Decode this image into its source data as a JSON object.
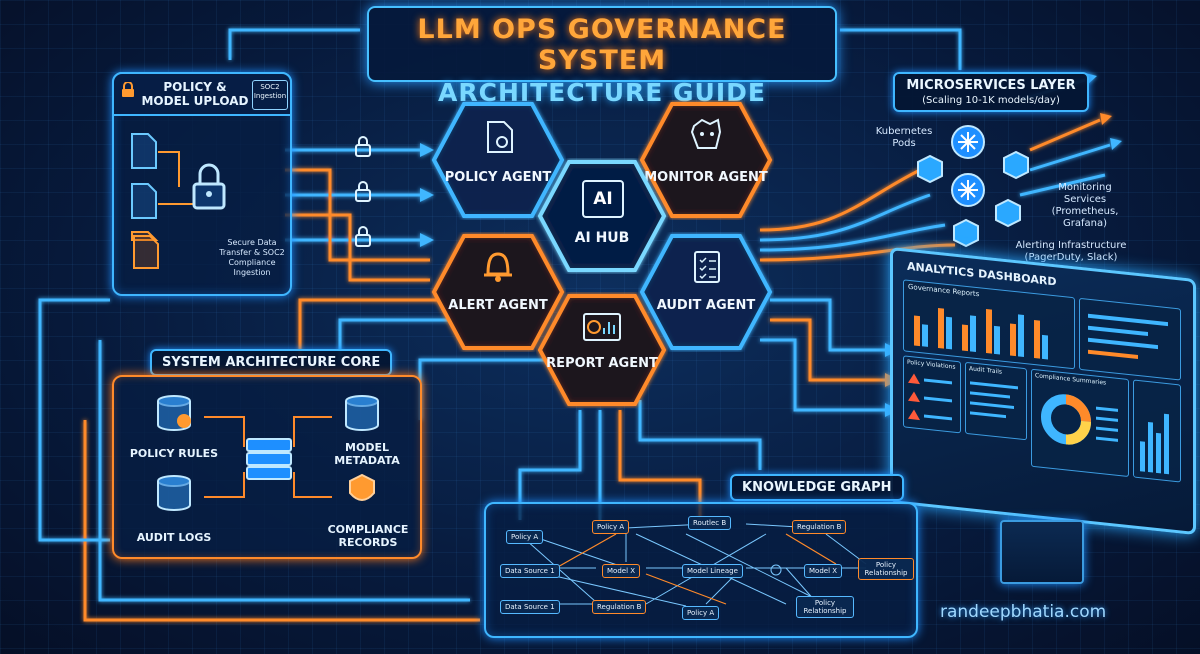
{
  "title": {
    "line1": "LLM OPS GOVERNANCE SYSTEM",
    "line2": "ARCHITECTURE GUIDE"
  },
  "upload_panel": {
    "title": "POLICY & MODEL UPLOAD",
    "badge": "SOC2 Ingestion",
    "caption": "Secure Data Transfer & SOC2 Compliance Ingestion"
  },
  "agents": {
    "policy": "POLICY AGENT",
    "monitor": "MONITOR AGENT",
    "hub": "AI HUB",
    "hub_icon": "AI",
    "alert": "ALERT AGENT",
    "audit": "AUDIT AGENT",
    "report": "REPORT AGENT"
  },
  "microservices": {
    "title": "MICROSERVICES LAYER",
    "subtitle": "(Scaling 10-1K models/day)",
    "pods": "Kubernetes Pods",
    "monitoring": "Monitoring Services (Prometheus, Grafana)",
    "alerting": "Alerting Infrastructure (PagerDuty, Slack)"
  },
  "core": {
    "title": "SYSTEM ARCHITECTURE CORE",
    "policy_rules": "POLICY RULES",
    "model_metadata": "MODEL METADATA",
    "audit_logs": "AUDIT LOGS",
    "compliance_records": "COMPLIANCE RECORDS"
  },
  "dashboard": {
    "title": "ANALYTICS DASHBOARD",
    "governance_reports": "Governance Reports",
    "policy_violations": "Policy Violations",
    "audit_trails": "Audit Trails",
    "compliance_summaries": "Compliance Summaries"
  },
  "knowledge_graph": {
    "title": "KNOWLEDGE GRAPH",
    "nodes": [
      "Policy A",
      "Policy A",
      "Routlec B",
      "Regulation B",
      "Data Source 1",
      "Model X",
      "Model Lineage",
      "Model X",
      "Policy Relationship",
      "Data Source 1",
      "Regulation B",
      "Policy A",
      "Policy Relationship"
    ]
  },
  "watermark": "randeepbhatia.com",
  "colors": {
    "accent_blue": "#3fb6ff",
    "accent_orange": "#ff8a2a",
    "background": "#071836"
  }
}
